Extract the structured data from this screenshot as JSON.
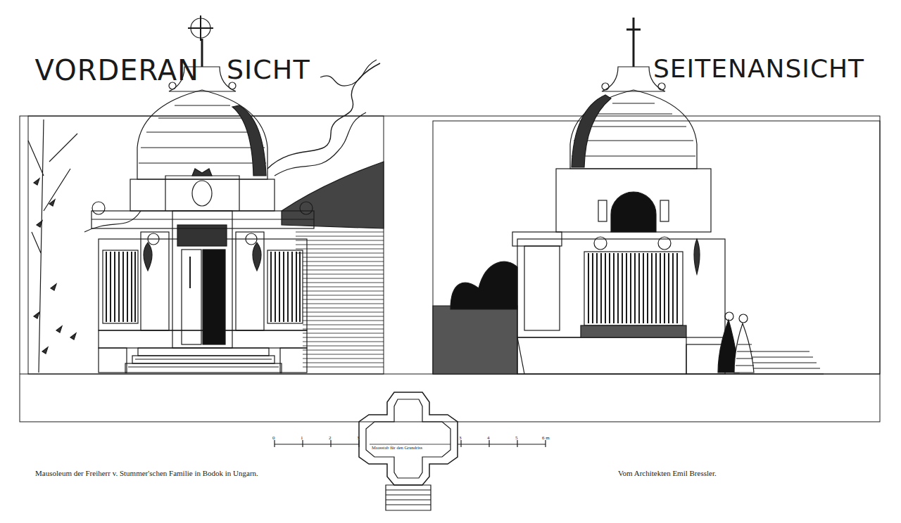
{
  "diagram": {
    "caption": "Mausoleum der Freiherr v. Stummer'schen Familie in Bodok in Ungarn.",
    "labels": [
      "VORDERAN",
      "SICHT",
      "SEITENANSICHT",
      "Vom Architekten Emil Bressler.",
      "0",
      "1",
      "2",
      "3",
      "Maasstab für den Grundriss",
      "3",
      "4",
      "5",
      "6 m"
    ]
  }
}
